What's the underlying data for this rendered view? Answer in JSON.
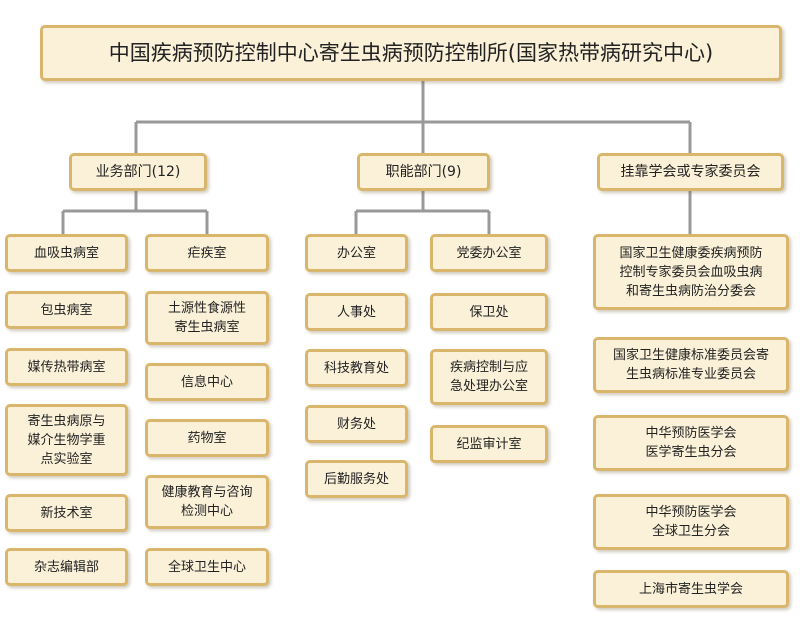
{
  "root": {
    "label": "中国疾病预防控制中心寄生虫病预防控制所(国家热带病研究中心)"
  },
  "branches": [
    {
      "label": "业务部门(12)",
      "columns": [
        [
          "血吸虫病室",
          "包虫病室",
          "媒传热带病室",
          "寄生虫病原与\n媒介生物学重\n点实验室",
          "新技术室",
          "杂志编辑部"
        ],
        [
          "疟疾室",
          "土源性食源性\n寄生虫病室",
          "信息中心",
          "药物室",
          "健康教育与咨询\n检测中心",
          "全球卫生中心"
        ]
      ]
    },
    {
      "label": "职能部门(9)",
      "columns": [
        [
          "办公室",
          "人事处",
          "科技教育处",
          "财务处",
          "后勤服务处"
        ],
        [
          "党委办公室",
          "保卫处",
          "疾病控制与应\n急处理办公室",
          "纪监审计室"
        ]
      ]
    },
    {
      "label": "挂靠学会或专家委员会",
      "columns": [
        [
          "国家卫生健康委疾病预防\n控制专家委员会血吸虫病\n和寄生虫病防治分委会",
          "国家卫生健康标准委员会寄\n生虫病标准专业委员会",
          "中华预防医学会\n医学寄生虫分会",
          "中华预防医学会\n全球卫生分会",
          "上海市寄生虫学会"
        ]
      ]
    }
  ],
  "colors": {
    "fill": "#fbf1d9",
    "border": "#d9b66b",
    "line": "#999999",
    "text": "#222222"
  }
}
